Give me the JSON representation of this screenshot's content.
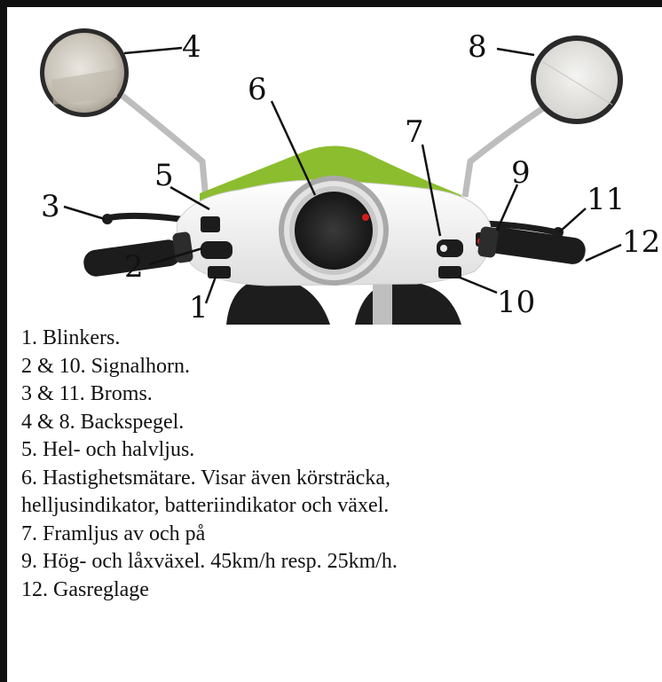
{
  "callouts": {
    "n1": "1",
    "n2": "2",
    "n3": "3",
    "n4": "4",
    "n5": "5",
    "n6": "6",
    "n7": "7",
    "n8": "8",
    "n9": "9",
    "n10": "10",
    "n11": "11",
    "n12": "12"
  },
  "legend": {
    "l1": "1. Blinkers.",
    "l2": "2 & 10. Signalhorn.",
    "l3": "3 & 11. Broms.",
    "l4": "4 & 8. Backspegel.",
    "l5": "5. Hel- och halvljus.",
    "l6a": "6. Hastighetsmätare. Visar även körsträcka,",
    "l6b": "helljusindikator, batteriindikator och växel.",
    "l7": "7. Framljus av och på",
    "l9": "9. Hög- och låxväxel. 45km/h resp. 25km/h.",
    "l12": "12. Gasreglage"
  },
  "colors": {
    "body_green": "#8cbd2e",
    "body_white": "#f2f2f2",
    "grip_black": "#1c1c1c",
    "chrome": "#b9b9b9",
    "indicator_red": "#d61b1b"
  }
}
